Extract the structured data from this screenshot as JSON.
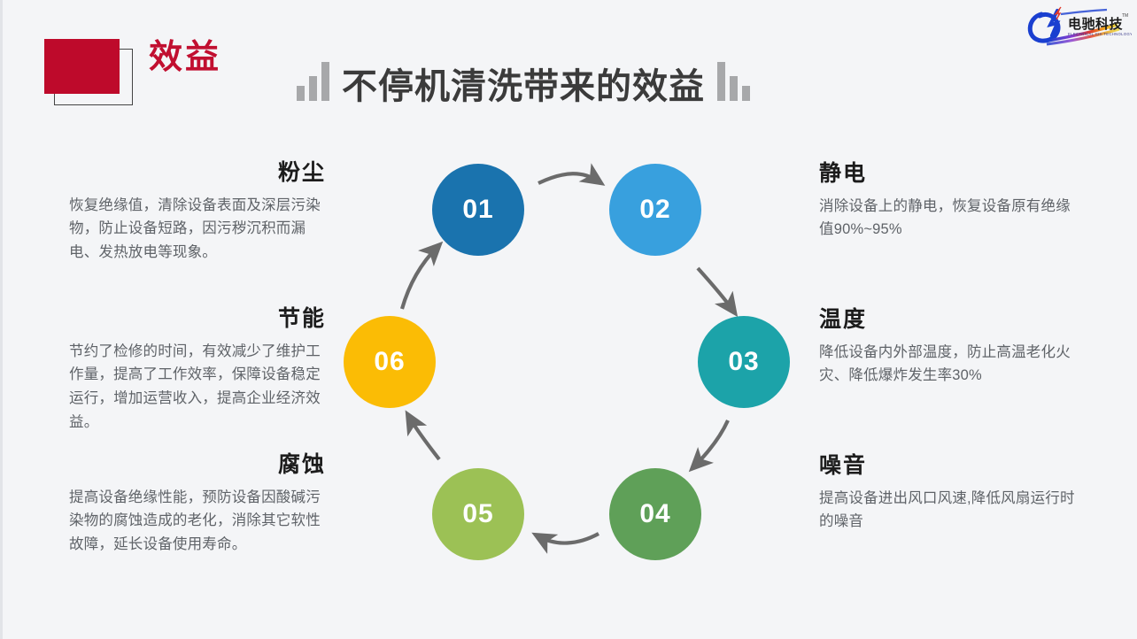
{
  "header": {
    "badge_label": "效益",
    "badge_color": "#BE0A2B",
    "title": "不停机清洗带来的效益",
    "title_color": "#3b3b3b",
    "decor_left_icon": "ascending-bars-icon",
    "decor_right_icon": "descending-bars-icon"
  },
  "logo": {
    "name": "电驰科技",
    "subtitle": "ELECTRICAL CHI TECHNOLOGY",
    "trademark": "TM"
  },
  "diagram": {
    "type": "cycle",
    "nodes": [
      {
        "number": "01",
        "color": "#1A73AE"
      },
      {
        "number": "02",
        "color": "#38A0DE"
      },
      {
        "number": "03",
        "color": "#1CA3A9"
      },
      {
        "number": "04",
        "color": "#5FA058"
      },
      {
        "number": "05",
        "color": "#9CC155"
      },
      {
        "number": "06",
        "color": "#FBBC05"
      }
    ],
    "arrow_color": "#6b6b6b"
  },
  "blocks": {
    "dust": {
      "title": "粉尘",
      "text": "恢复绝缘值，清除设备表面及深层污染物，防止设备短路，因污秽沉积而漏电、发热放电等现象。"
    },
    "energy": {
      "title": "节能",
      "text": "节约了检修的时间，有效减少了维护工作量，提高了工作效率，保障设备稳定运行，增加运营收入，提高企业经济效益。"
    },
    "corrosion": {
      "title": "腐蚀",
      "text": "提高设备绝缘性能，预防设备因酸碱污染物的腐蚀造成的老化，消除其它软性故障，延长设备使用寿命。"
    },
    "static": {
      "title": "静电",
      "text": "消除设备上的静电，恢复设备原有绝缘值90%~95%"
    },
    "temperature": {
      "title": "温度",
      "text": "降低设备内外部温度，防止高温老化火灾、降低爆炸发生率30%"
    },
    "noise": {
      "title": "噪音",
      "text": "提高设备进出风口风速,降低风扇运行时的噪音"
    }
  }
}
